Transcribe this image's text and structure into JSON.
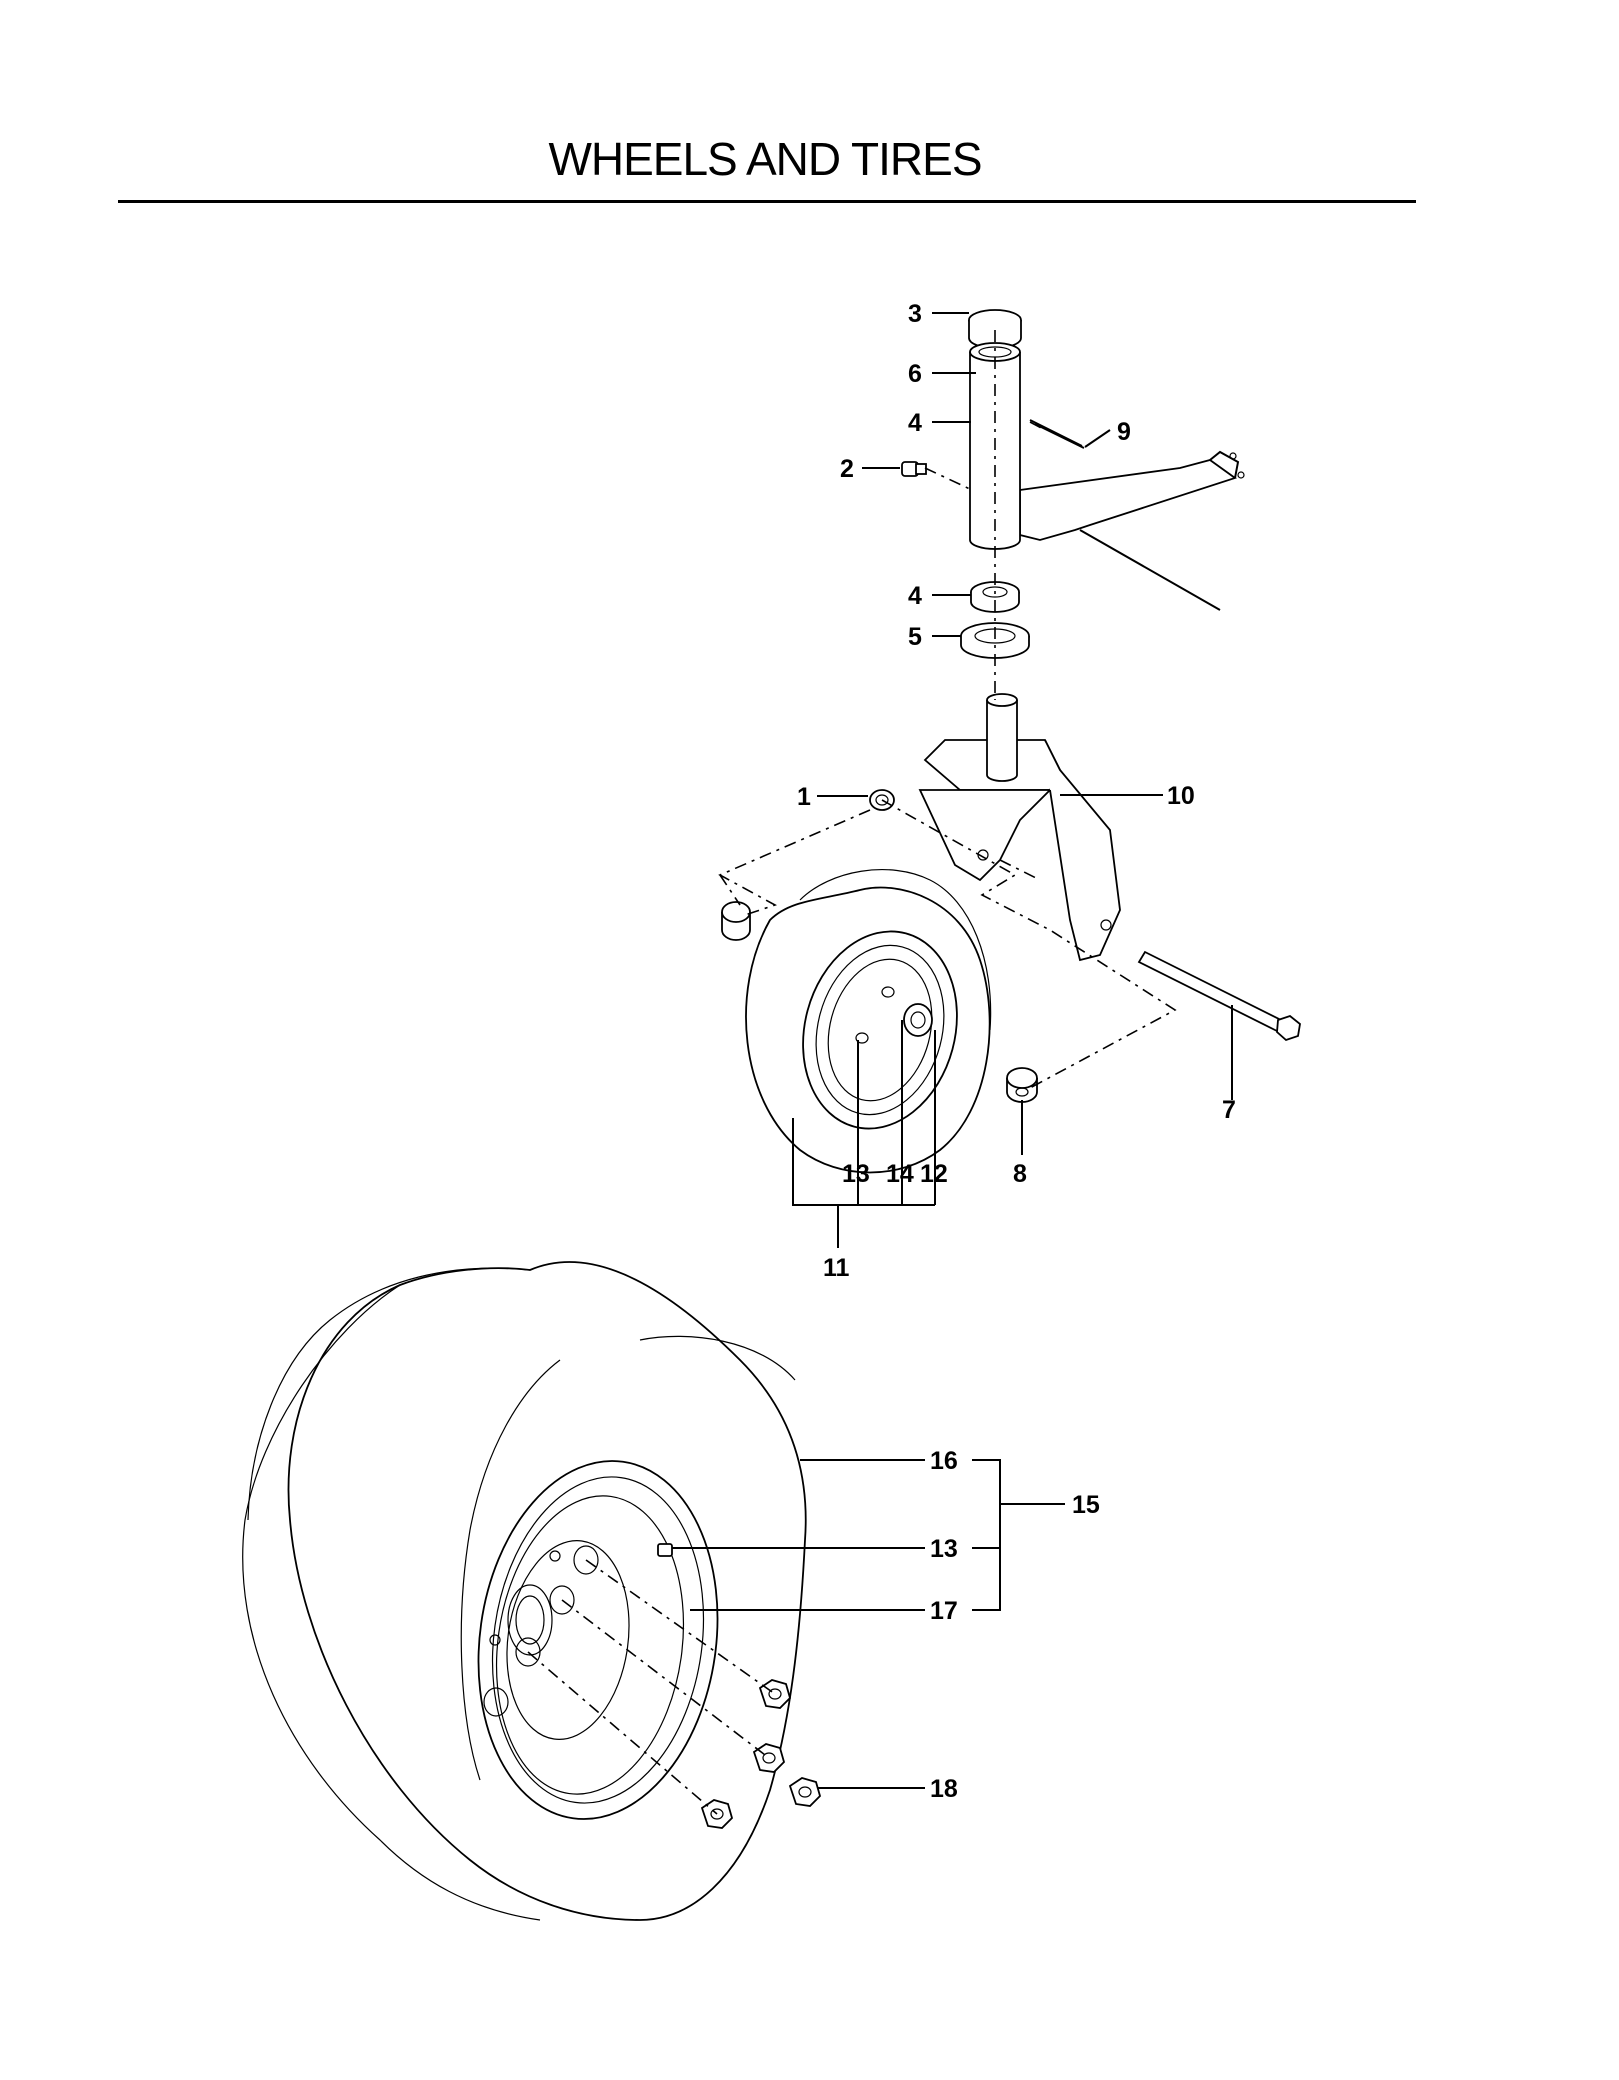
{
  "title": "WHEELS AND TIRES",
  "callouts": {
    "c1": "1",
    "c2": "2",
    "c3": "3",
    "c4a": "4",
    "c4b": "4",
    "c5": "5",
    "c6": "6",
    "c7": "7",
    "c8": "8",
    "c9": "9",
    "c10": "10",
    "c11": "11",
    "c12": "12",
    "c13a": "13",
    "c14": "14",
    "c13b": "13",
    "c15": "15",
    "c16": "16",
    "c17": "17",
    "c18": "18"
  }
}
